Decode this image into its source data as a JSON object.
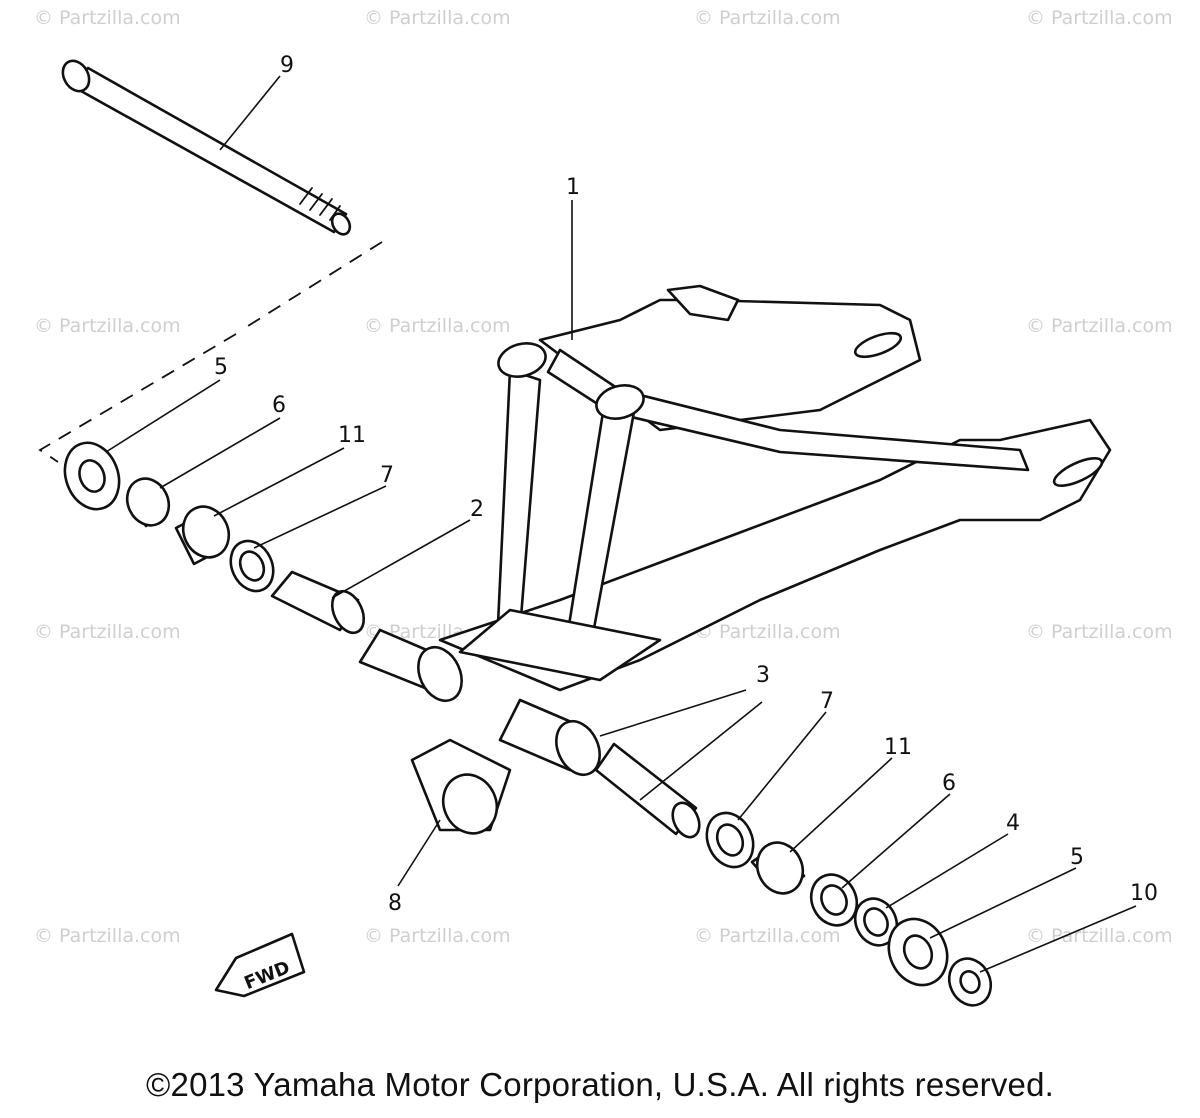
{
  "watermark": "© Partzilla.com",
  "callouts": {
    "c1": "1",
    "c2": "2",
    "c3": "3",
    "c4": "4",
    "c5a": "5",
    "c5b": "5",
    "c6a": "6",
    "c6b": "6",
    "c7a": "7",
    "c7b": "7",
    "c8": "8",
    "c9": "9",
    "c10": "10",
    "c11a": "11",
    "c11b": "11"
  },
  "fwd_label": "FWD",
  "copyright": "©2013 Yamaha Motor Corporation, U.S.A. All rights reserved.",
  "colors": {
    "line": "#111111",
    "watermark": "#cfcfcf",
    "background": "#ffffff"
  }
}
